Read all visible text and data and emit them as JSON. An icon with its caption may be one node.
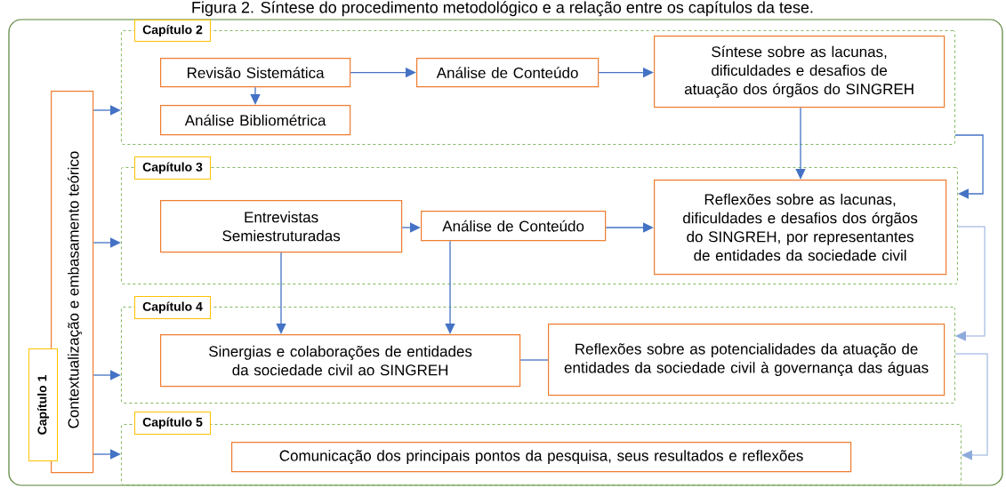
{
  "diagram": {
    "title": "Figura 2. Síntese do procedimento metodológico e a relação entre os capítulos da tese.",
    "nodes": [
      {
        "text": [
          "Capítulo 1",
          "Contextualização e embasamento teórico"
        ]
      },
      {
        "text": [
          "Capítulo 2"
        ]
      },
      {
        "text": [
          "Revisão Sistemática"
        ],
        "in": 1
      },
      {
        "text": [
          "Análise de Conteúdo"
        ],
        "in": 1
      },
      {
        "text": [
          "Síntese sobre as lacunas, dificuldades e desafios de atuação dos órgãos do SINGREH"
        ],
        "in": 1
      },
      {
        "text": [
          "Análise Bibliométrica"
        ],
        "in": 1
      },
      {
        "text": [
          "Capítulo 3"
        ]
      },
      {
        "text": [
          "Entrevistas Semiestruturadas"
        ],
        "in": 6
      },
      {
        "text": [
          "Análise de Conteúdo"
        ],
        "in": 6
      },
      {
        "text": [
          "Reflexões sobre as lacunas, dificuldades e desafios dos órgãos do SINGREH, por representantes de entidades da sociedade civil"
        ],
        "in": 6
      },
      {
        "text": [
          "Capítulo 4"
        ]
      },
      {
        "text": [
          "Sinergias e colaborações de entidades da sociedade civil ao SINGREH"
        ],
        "in": 10
      },
      {
        "text": [
          "Reflexões sobre as potencialidades da atuação de entidades da sociedade civil à  governança das águas"
        ],
        "in": 10
      },
      {
        "text": [
          "Capítulo 5"
        ]
      },
      {
        "text": [
          "Comunicação dos principais pontos da pesquisa, seus resultados e reflexões"
        ],
        "in": 13
      }
    ],
    "edges": [
      {
        "from": 0,
        "to": 1,
        "arrow": "to"
      },
      {
        "from": 0,
        "to": 6,
        "arrow": "to"
      },
      {
        "from": 0,
        "to": 10,
        "arrow": "to"
      },
      {
        "from": 0,
        "to": 13,
        "arrow": "to"
      },
      {
        "from": 2,
        "to": 3,
        "arrow": "to"
      },
      {
        "from": 3,
        "to": 4,
        "arrow": "to"
      },
      {
        "from": 2,
        "to": 5,
        "arrow": "to"
      },
      {
        "from": 4,
        "to": 9,
        "arrow": "to"
      },
      {
        "from": 1,
        "to": 6,
        "arrow": "to"
      },
      {
        "from": 7,
        "to": 8,
        "arrow": "to"
      },
      {
        "from": 8,
        "to": 9,
        "arrow": "to"
      },
      {
        "from": 7,
        "to": 11,
        "arrow": "to"
      },
      {
        "from": 8,
        "to": 11,
        "arrow": "to"
      },
      {
        "from": 11,
        "to": 12,
        "arrow": "none"
      },
      {
        "from": 6,
        "to": 10,
        "arrow": "to",
        "color": "#8eaadb"
      },
      {
        "from": 10,
        "to": 13,
        "arrow": "to",
        "color": "#8eaadb"
      }
    ]
  }
}
